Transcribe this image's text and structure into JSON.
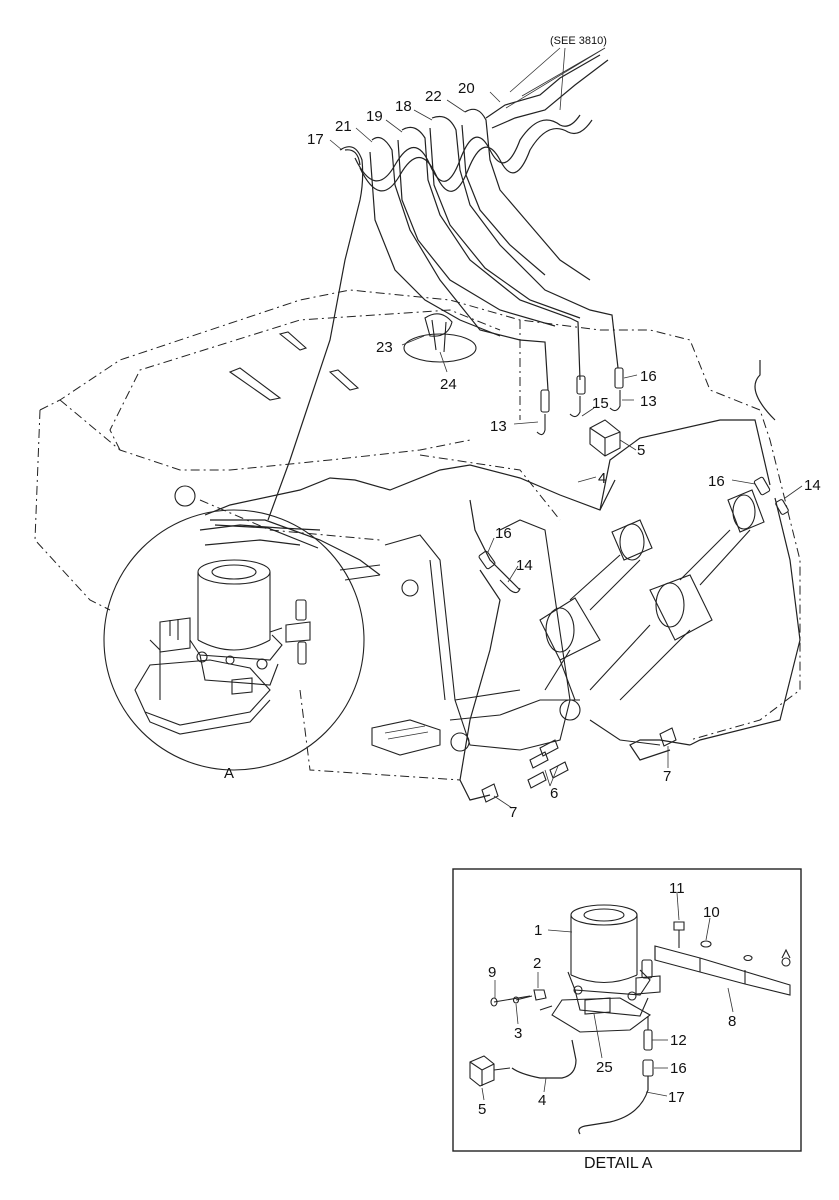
{
  "reference_note": "(SEE 3810)",
  "main_callouts": [
    "17",
    "21",
    "19",
    "18",
    "22",
    "20",
    "23",
    "24",
    "13",
    "15",
    "16",
    "13",
    "5",
    "4",
    "16",
    "14",
    "16",
    "14",
    "7",
    "6",
    "7",
    "A"
  ],
  "detail": {
    "caption": "DETAIL A",
    "callouts": [
      "11",
      "10",
      "1",
      "9",
      "2",
      "3",
      "8",
      "25",
      "12",
      "16",
      "5",
      "4",
      "17"
    ]
  }
}
